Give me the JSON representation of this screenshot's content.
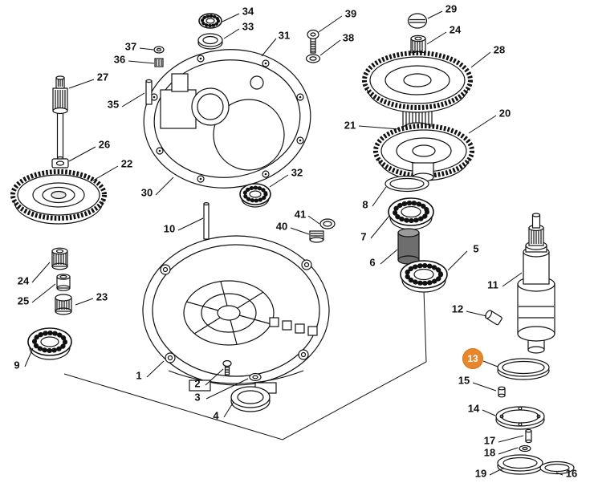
{
  "diagram": {
    "kind": "exploded-parts-diagram",
    "selected_part": "13",
    "colors": {
      "line": "#111111",
      "highlight": "#e8862d",
      "highlight_text": "#ffffff",
      "background": "#ffffff"
    },
    "labels": {
      "p1": "1",
      "p2": "2",
      "p3": "3",
      "p4": "4",
      "p5": "5",
      "p6": "6",
      "p7": "7",
      "p8": "8",
      "p9": "9",
      "p10": "10",
      "p11": "11",
      "p12": "12",
      "p13": "13",
      "p14": "14",
      "p15": "15",
      "p16": "16",
      "p17": "17",
      "p18": "18",
      "p19": "19",
      "p20": "20",
      "p21": "21",
      "p22": "22",
      "p23": "23",
      "p24_top": "24",
      "p24_left": "24",
      "p25": "25",
      "p26": "26",
      "p27": "27",
      "p28": "28",
      "p29": "29",
      "p30": "30",
      "p31": "31",
      "p32": "32",
      "p33": "33",
      "p34": "34",
      "p35": "35",
      "p36": "36",
      "p37": "37",
      "p38": "38",
      "p39": "39",
      "p40": "40",
      "p41": "41"
    }
  }
}
